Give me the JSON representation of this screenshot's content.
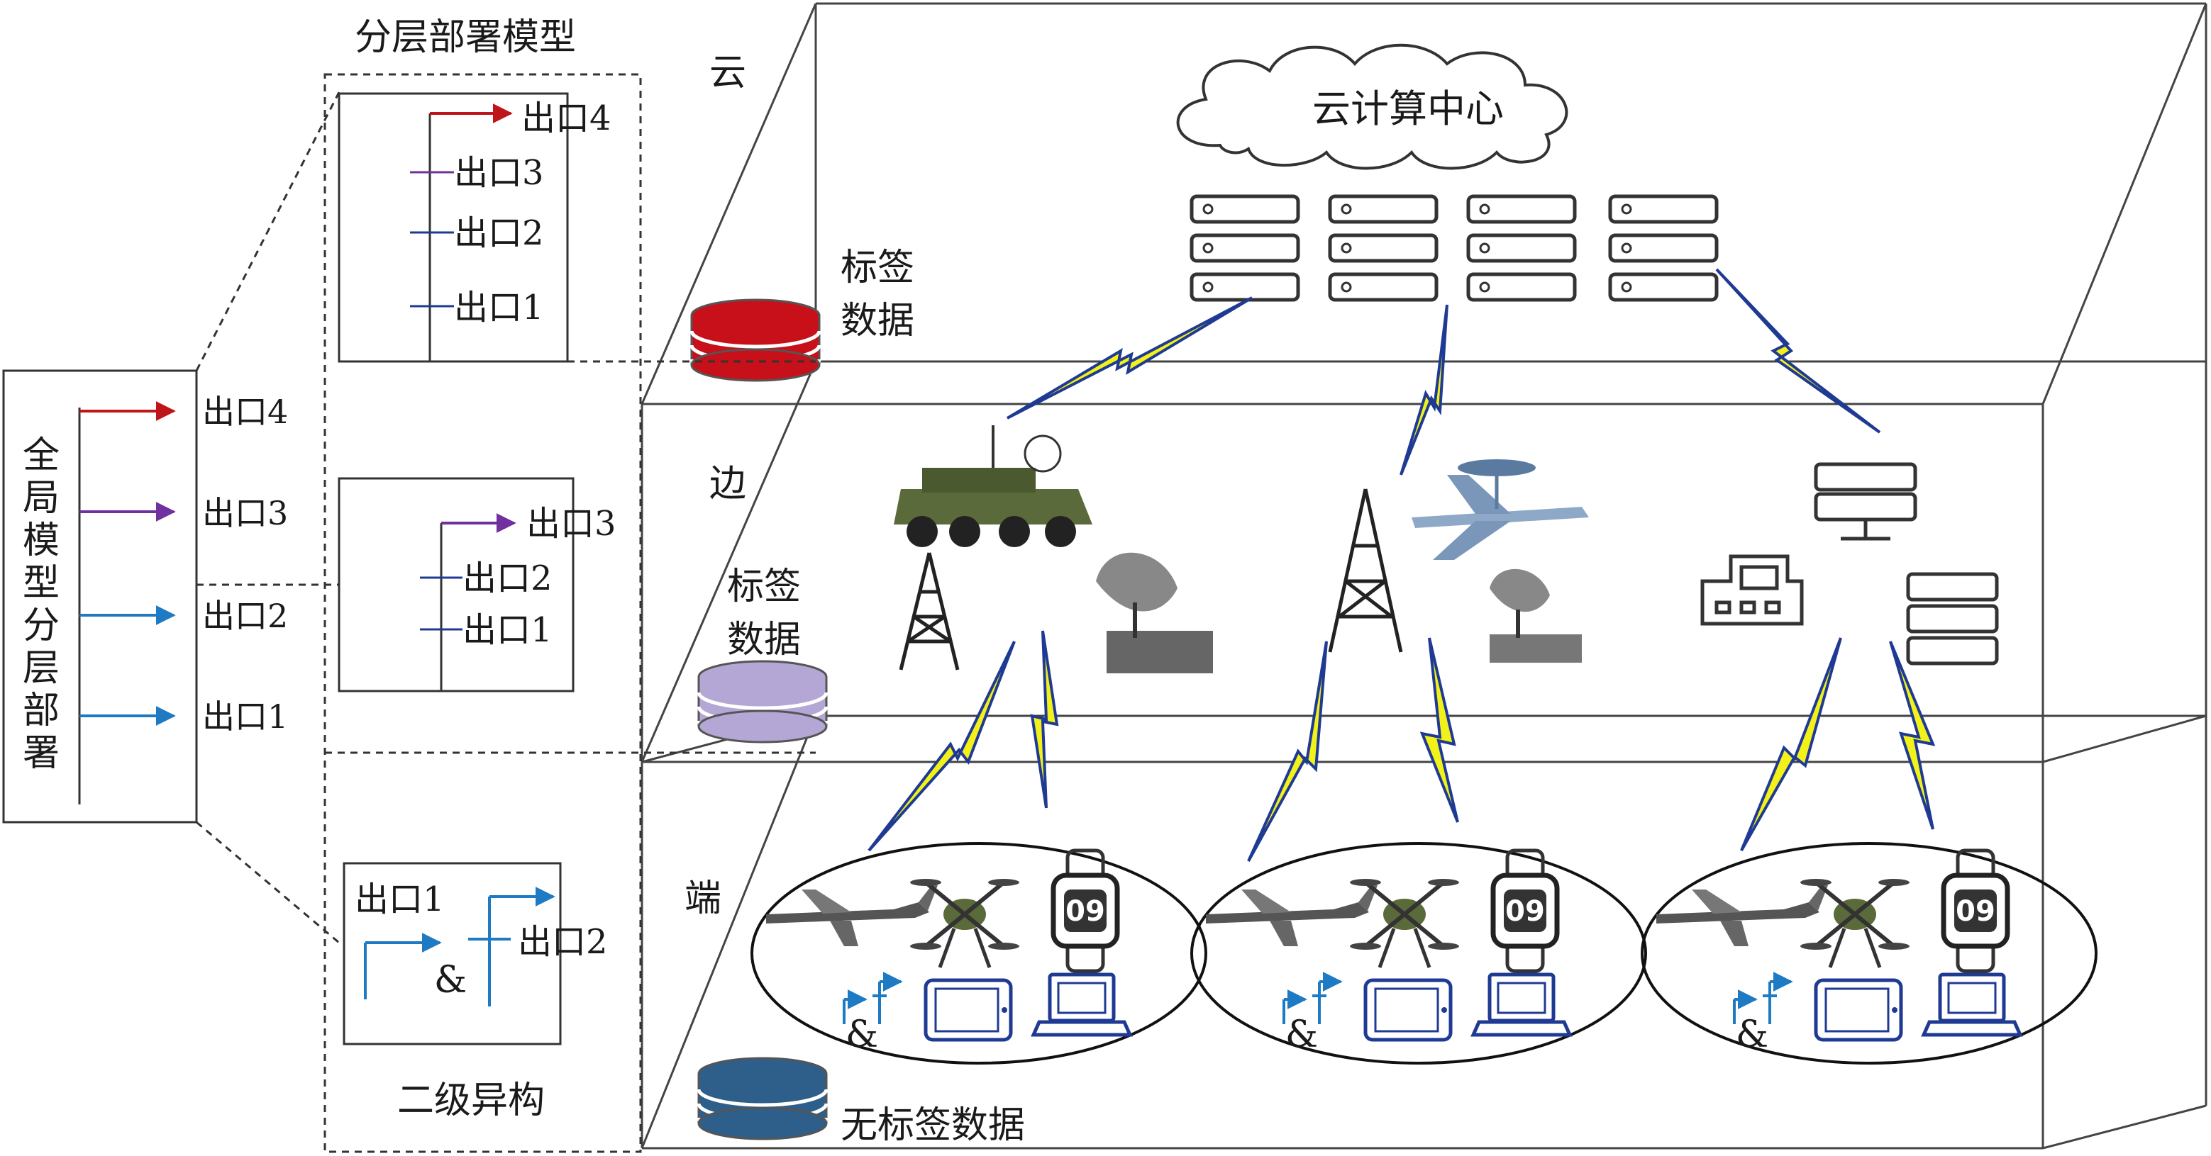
{
  "titles": {
    "hier_model": "分层部署模型",
    "secondary_hetero": "二级异构",
    "global_model_vertical": [
      "全",
      "局",
      "模",
      "型",
      "分",
      "层",
      "部",
      "署"
    ]
  },
  "global_exits": [
    "出口4",
    "出口3",
    "出口2",
    "出口1"
  ],
  "hier_top_exits": [
    "出口4",
    "出口3",
    "出口2",
    "出口1"
  ],
  "hier_mid_exits": [
    "出口3",
    "出口2",
    "出口1"
  ],
  "hier_bot": {
    "exit1": "出口1",
    "exit2": "出口2",
    "amp": "&"
  },
  "layers": {
    "cloud": "云",
    "edge": "边",
    "end": "端"
  },
  "cloud_center": "云计算中心",
  "data": {
    "labeled_top": [
      "标签",
      "数据"
    ],
    "labeled_mid": [
      "标签",
      "数据"
    ],
    "unlabeled": "无标签数据"
  },
  "device_cluster": {
    "amp": "&",
    "watch_text": "09"
  },
  "colors": {
    "red": "#c0141b",
    "purple": "#7030a0",
    "blue": "#1f7ac4",
    "dark_blue": "#1f3a93",
    "bolt": "#f2f21a",
    "db_red": "#c8101a",
    "db_lavender": "#b4a7d6",
    "db_steel": "#2e5f8a"
  }
}
